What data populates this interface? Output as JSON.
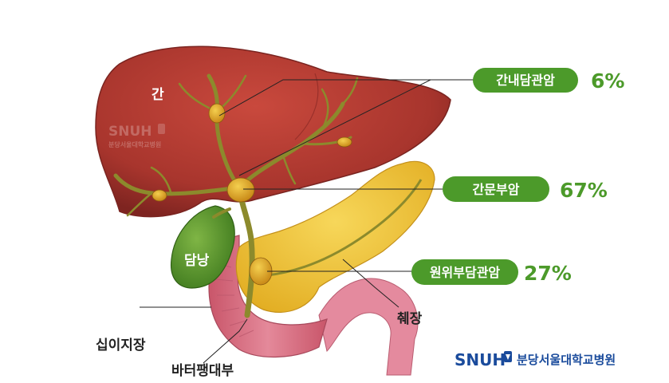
{
  "labels": {
    "liver": "간",
    "gallbladder": "담낭",
    "duodenum": "십이지장",
    "ampulla": "바터팽대부",
    "pancreas": "췌장"
  },
  "callouts": [
    {
      "name": "간내담관암",
      "percent": "6%"
    },
    {
      "name": "간문부암",
      "percent": "67%"
    },
    {
      "name": "원위부담관암",
      "percent": "27%"
    }
  ],
  "watermark": {
    "main": "SNUH",
    "sub": "분당서울대학교병원"
  },
  "logo": {
    "main": "SNUH",
    "sub": "분당서울대학교병원"
  },
  "colors": {
    "callout_pill": "#4c9a2a",
    "percent_text": "#4c9a2a",
    "liver": "#b23b32",
    "bile_duct": "#8c8a2c",
    "pancreas": "#f2c737",
    "logo": "#1a4b9c"
  }
}
